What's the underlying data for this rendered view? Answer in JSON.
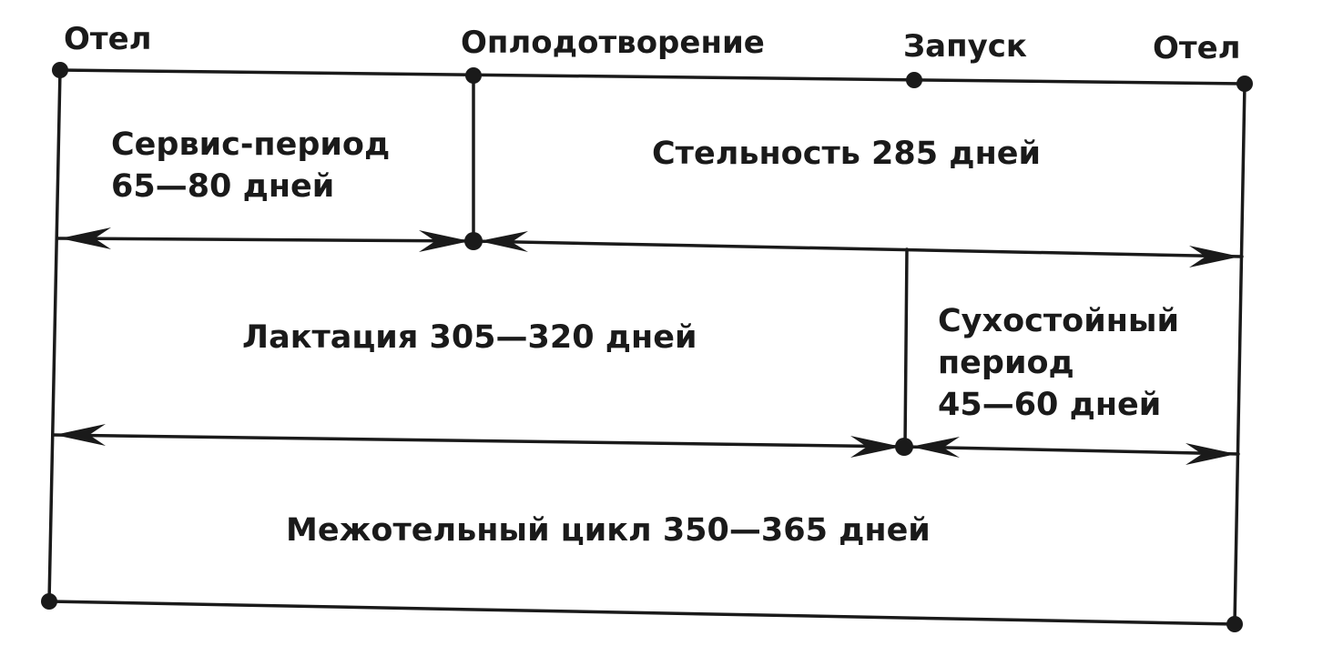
{
  "milestones": {
    "calving_start": "Отел",
    "fertilization": "Оплодотворение",
    "dry_off": "Запуск",
    "calving_end": "Отел"
  },
  "periods": {
    "service": {
      "name": "Сервис-период",
      "duration": "65—80 дней"
    },
    "pregnancy": "Стельность 285 дней",
    "lactation": "Лактация 305—320 дней",
    "dry": {
      "line1": "Сухостойный",
      "line2": "период",
      "duration": "45—60 дней"
    },
    "intercalving": "Межотельный цикл 350—365 дней"
  },
  "colors": {
    "ink": "#1a1a1a",
    "background": "#ffffff"
  }
}
